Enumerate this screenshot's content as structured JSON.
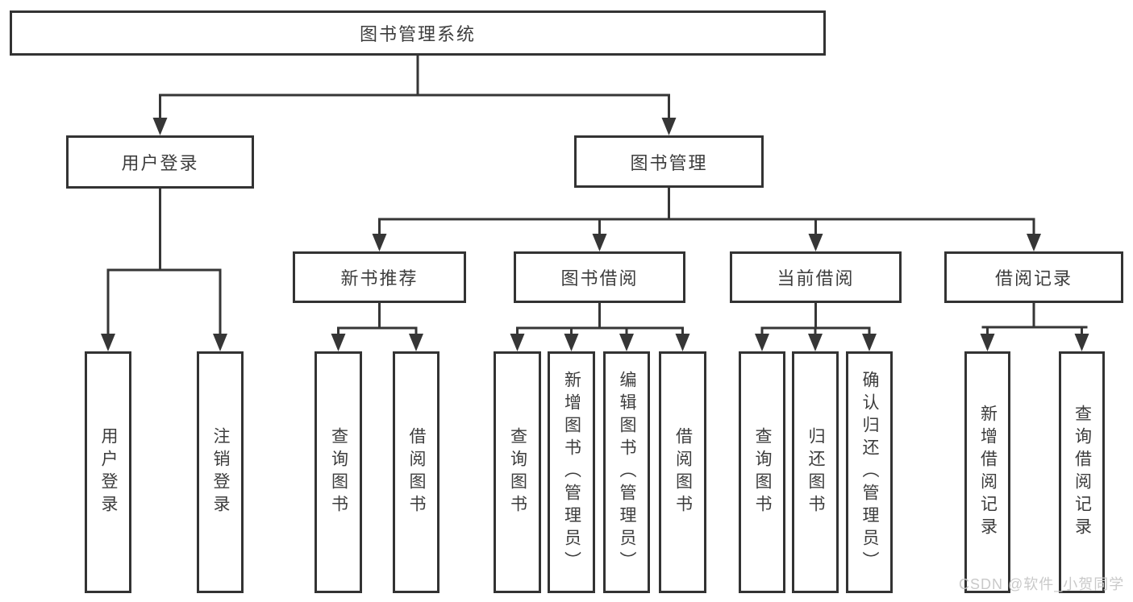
{
  "nodes": {
    "root": "图书管理系统",
    "l2": [
      "用户登录",
      "图书管理"
    ],
    "l3": [
      "新书推荐",
      "图书借阅",
      "当前借阅",
      "借阅记录"
    ],
    "leaves_user": [
      "用户登录",
      "注销登录"
    ],
    "leaves_new": [
      "查询图书",
      "借阅图书"
    ],
    "leaves_borrow": [
      "查询图书",
      "新增图书（管理员）",
      "编辑图书（管理员）",
      "借阅图书"
    ],
    "leaves_current": [
      "查询图书",
      "归还图书",
      "确认归还（管理员）"
    ],
    "leaves_record": [
      "新增借阅记录",
      "查询借阅记录"
    ]
  },
  "watermark": "CSDN @软件_小贺同学",
  "colors": {
    "line": "#363636",
    "border": "#333333",
    "text": "#3d3d3d",
    "watermark": "#c9c9c9",
    "background": "#ffffff"
  }
}
